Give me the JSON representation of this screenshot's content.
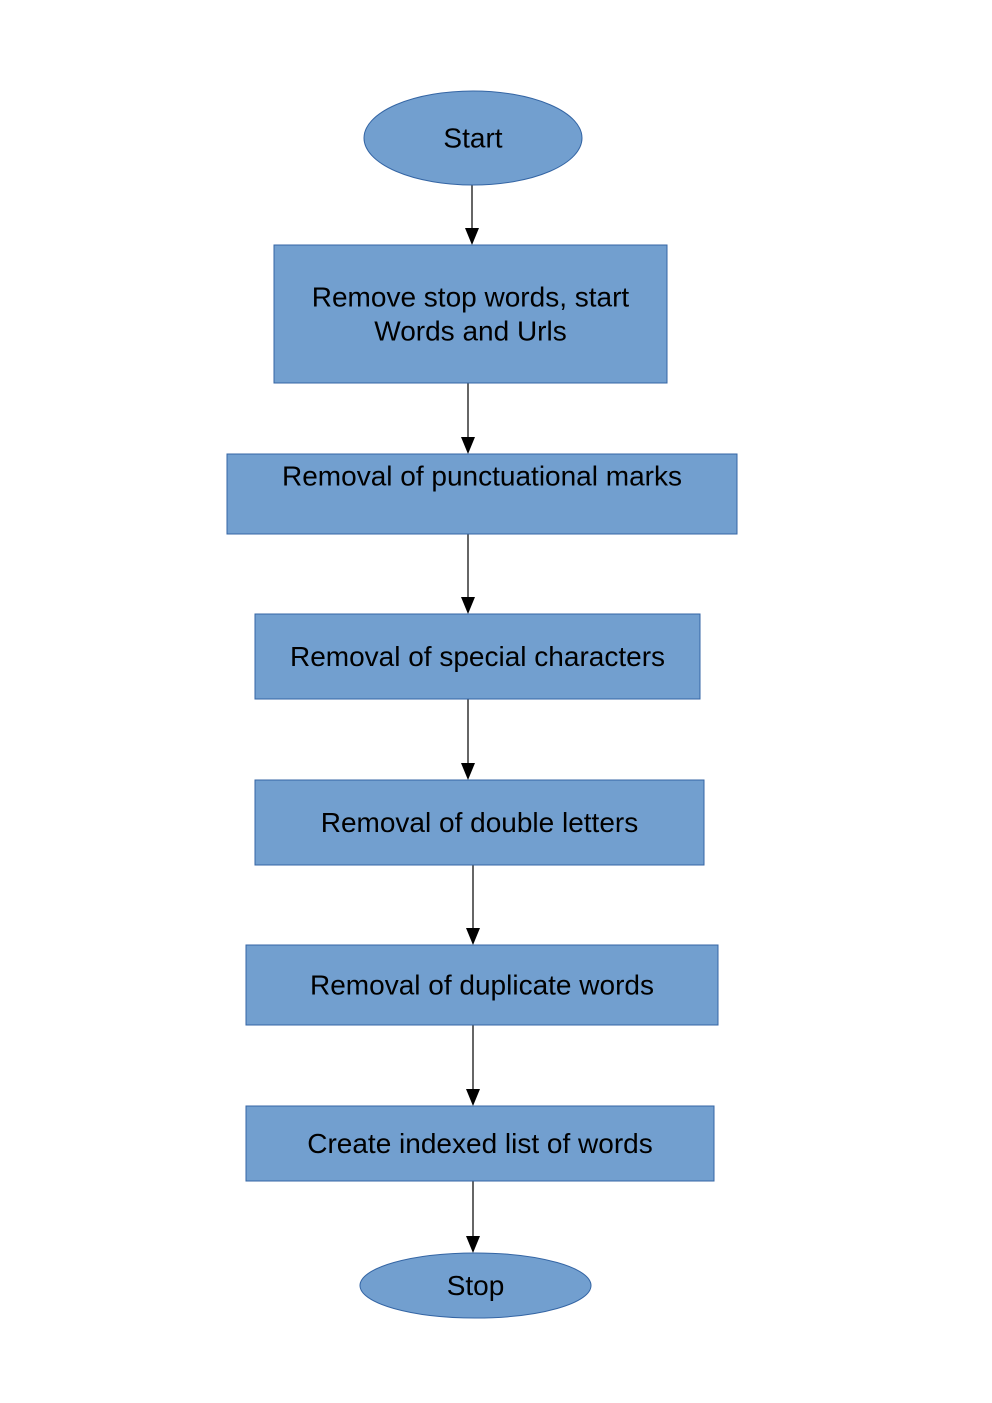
{
  "colors": {
    "node_fill": "#729fcf",
    "node_border": "#3465a4",
    "arrow": "#000000",
    "text": "#000000"
  },
  "nodes": [
    {
      "id": "start",
      "shape": "terminator",
      "lines": [
        "Start"
      ]
    },
    {
      "id": "remove-stop-words",
      "shape": "process",
      "lines": [
        "Remove stop words, start",
        "Words and Urls"
      ]
    },
    {
      "id": "removal-punctuation",
      "shape": "process",
      "lines": [
        "Removal of punctuational marks"
      ]
    },
    {
      "id": "removal-special-chars",
      "shape": "process",
      "lines": [
        "Removal of special characters"
      ]
    },
    {
      "id": "removal-double-letters",
      "shape": "process",
      "lines": [
        "Removal of double letters"
      ]
    },
    {
      "id": "removal-duplicate-words",
      "shape": "process",
      "lines": [
        "Removal of duplicate words"
      ]
    },
    {
      "id": "create-indexed-list",
      "shape": "process",
      "lines": [
        "Create indexed list of words"
      ]
    },
    {
      "id": "stop",
      "shape": "terminator",
      "lines": [
        "Stop"
      ]
    }
  ],
  "edges": [
    [
      "start",
      "remove-stop-words"
    ],
    [
      "remove-stop-words",
      "removal-punctuation"
    ],
    [
      "removal-punctuation",
      "removal-special-chars"
    ],
    [
      "removal-special-chars",
      "removal-double-letters"
    ],
    [
      "removal-double-letters",
      "removal-duplicate-words"
    ],
    [
      "removal-duplicate-words",
      "create-indexed-list"
    ],
    [
      "create-indexed-list",
      "stop"
    ]
  ]
}
